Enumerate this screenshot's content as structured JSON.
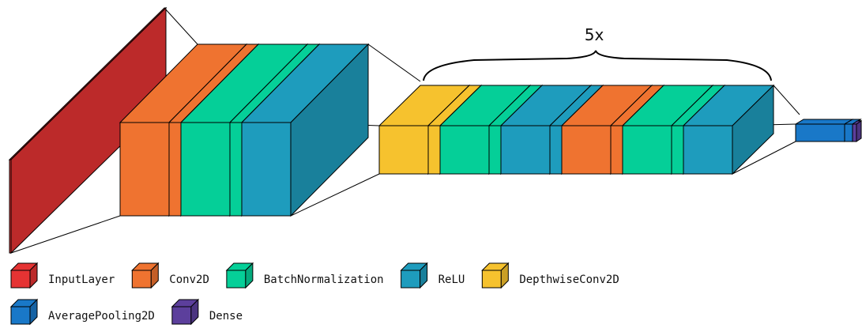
{
  "diagram": {
    "repeat_label": "5x"
  },
  "legend": [
    {
      "label": "InputLayer",
      "color": "#e53333"
    },
    {
      "label": "Conv2D",
      "color": "#ef7330"
    },
    {
      "label": "BatchNormalization",
      "color": "#05cf98"
    },
    {
      "label": "ReLU",
      "color": "#1e9cbd"
    },
    {
      "label": "DepthwiseConv2D",
      "color": "#f6c22e"
    },
    {
      "label": "AveragePooling2D",
      "color": "#1978c8"
    },
    {
      "label": "Dense",
      "color": "#5c3f9c"
    }
  ]
}
